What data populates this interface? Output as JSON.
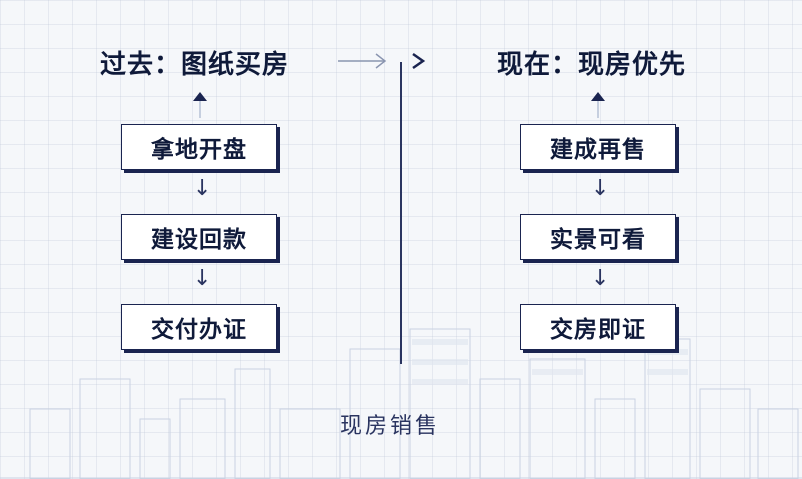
{
  "left": {
    "title": "过去：图纸买房",
    "steps": [
      "拿地开盘",
      "建设回款",
      "交付办证"
    ]
  },
  "right": {
    "title": "现在：现房优先",
    "steps": [
      "建成再售",
      "实景可看",
      "交房即证"
    ]
  },
  "caption": "现房销售",
  "colors": {
    "ink": "#0f1a3a",
    "accent": "#1a2450",
    "background": "#f5f7fa"
  }
}
